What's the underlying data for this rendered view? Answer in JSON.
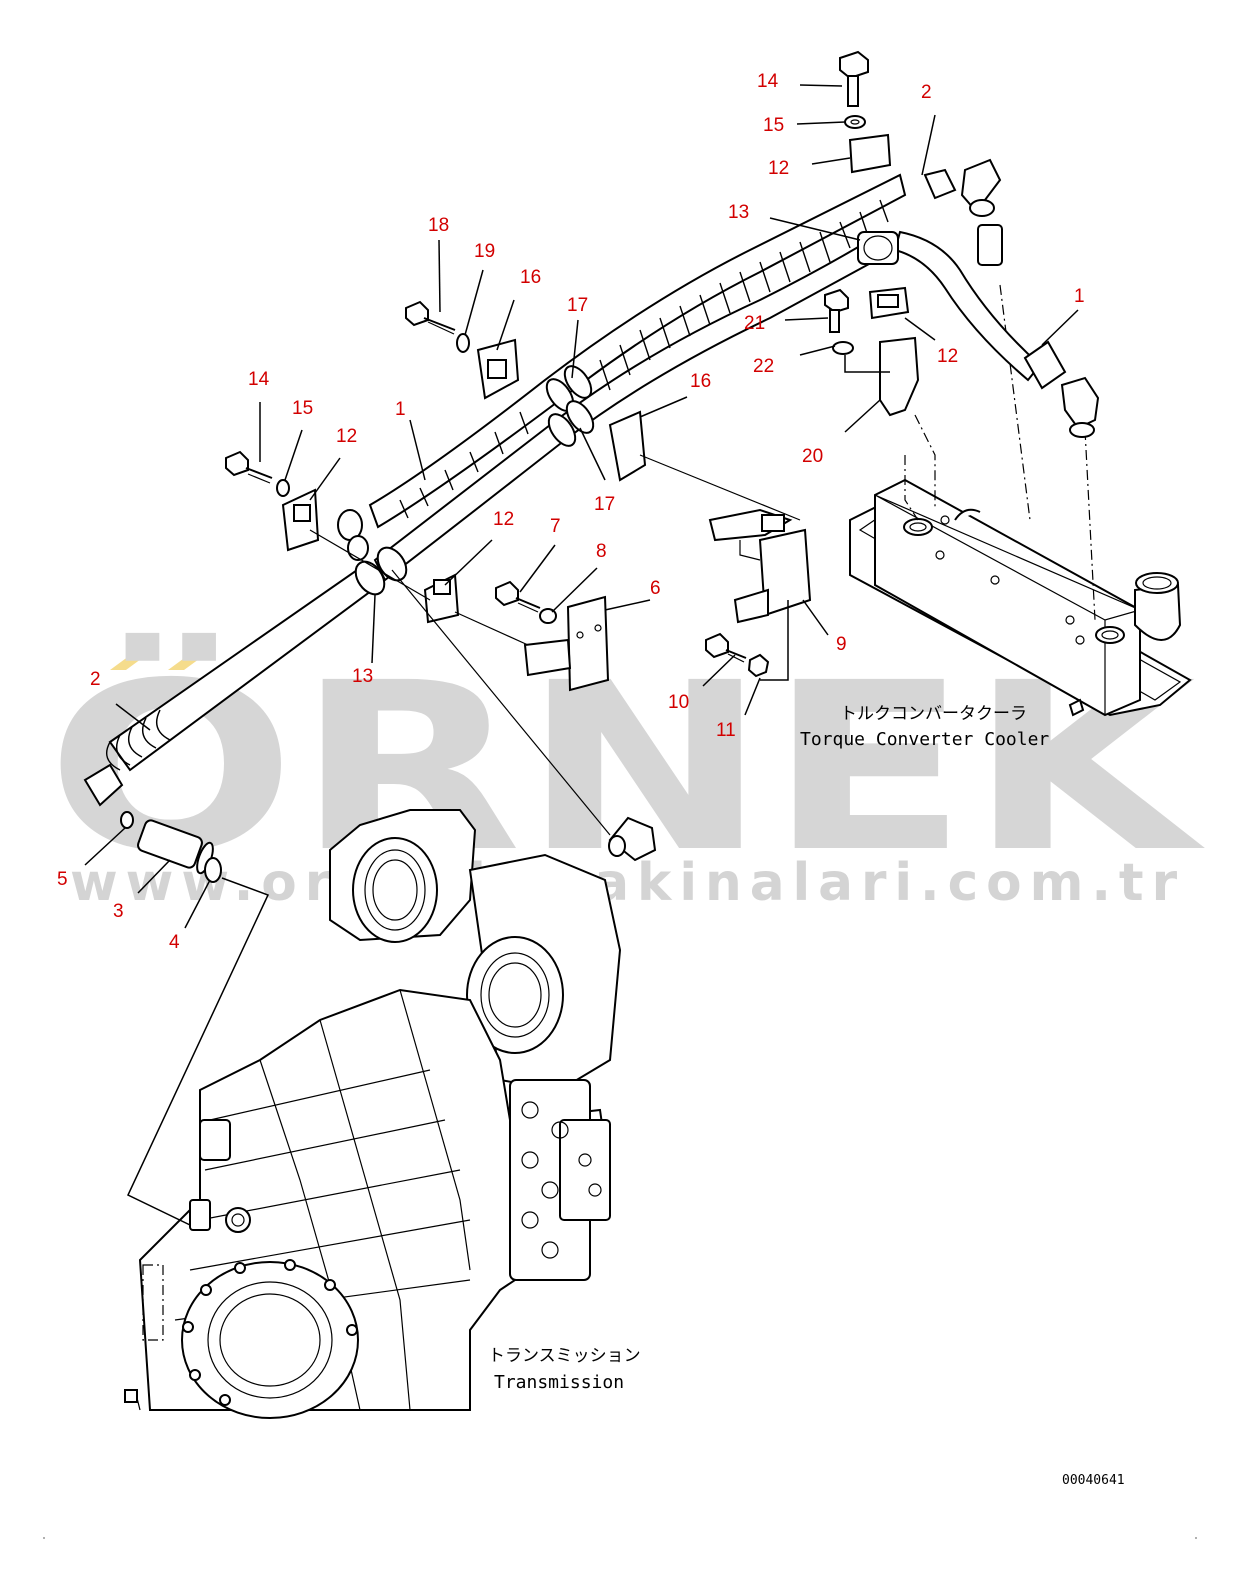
{
  "watermark": {
    "letters": "ÖRNEK",
    "url": "www.ornekismakinalari.com.tr",
    "accent_color": "#f5dc8c",
    "letter_color": "#d6d6d6"
  },
  "component_labels": {
    "cooler_jp": "トルクコンバータクーラ",
    "cooler_en": "Torque Converter Cooler",
    "transmission_jp": "トランスミッション",
    "transmission_en": "Transmission"
  },
  "drawing_number": "00040641",
  "callout_color": "#d20000",
  "callouts": [
    {
      "id": "c-14a",
      "text": "14"
    },
    {
      "id": "c-2a",
      "text": "2"
    },
    {
      "id": "c-15a",
      "text": "15"
    },
    {
      "id": "c-12a",
      "text": "12"
    },
    {
      "id": "c-13a",
      "text": "13"
    },
    {
      "id": "c-1a",
      "text": "1"
    },
    {
      "id": "c-21",
      "text": "21"
    },
    {
      "id": "c-12b",
      "text": "12"
    },
    {
      "id": "c-22",
      "text": "22"
    },
    {
      "id": "c-20",
      "text": "20"
    },
    {
      "id": "c-18",
      "text": "18"
    },
    {
      "id": "c-19",
      "text": "19"
    },
    {
      "id": "c-16a",
      "text": "16"
    },
    {
      "id": "c-17a",
      "text": "17"
    },
    {
      "id": "c-16b",
      "text": "16"
    },
    {
      "id": "c-17b",
      "text": "17"
    },
    {
      "id": "c-14b",
      "text": "14"
    },
    {
      "id": "c-15b",
      "text": "15"
    },
    {
      "id": "c-12c",
      "text": "12"
    },
    {
      "id": "c-1b",
      "text": "1"
    },
    {
      "id": "c-12d",
      "text": "12"
    },
    {
      "id": "c-7",
      "text": "7"
    },
    {
      "id": "c-8",
      "text": "8"
    },
    {
      "id": "c-6",
      "text": "6"
    },
    {
      "id": "c-9",
      "text": "9"
    },
    {
      "id": "c-10",
      "text": "10"
    },
    {
      "id": "c-11",
      "text": "11"
    },
    {
      "id": "c-13b",
      "text": "13"
    },
    {
      "id": "c-2b",
      "text": "2"
    },
    {
      "id": "c-5",
      "text": "5"
    },
    {
      "id": "c-3",
      "text": "3"
    },
    {
      "id": "c-4",
      "text": "4"
    }
  ]
}
